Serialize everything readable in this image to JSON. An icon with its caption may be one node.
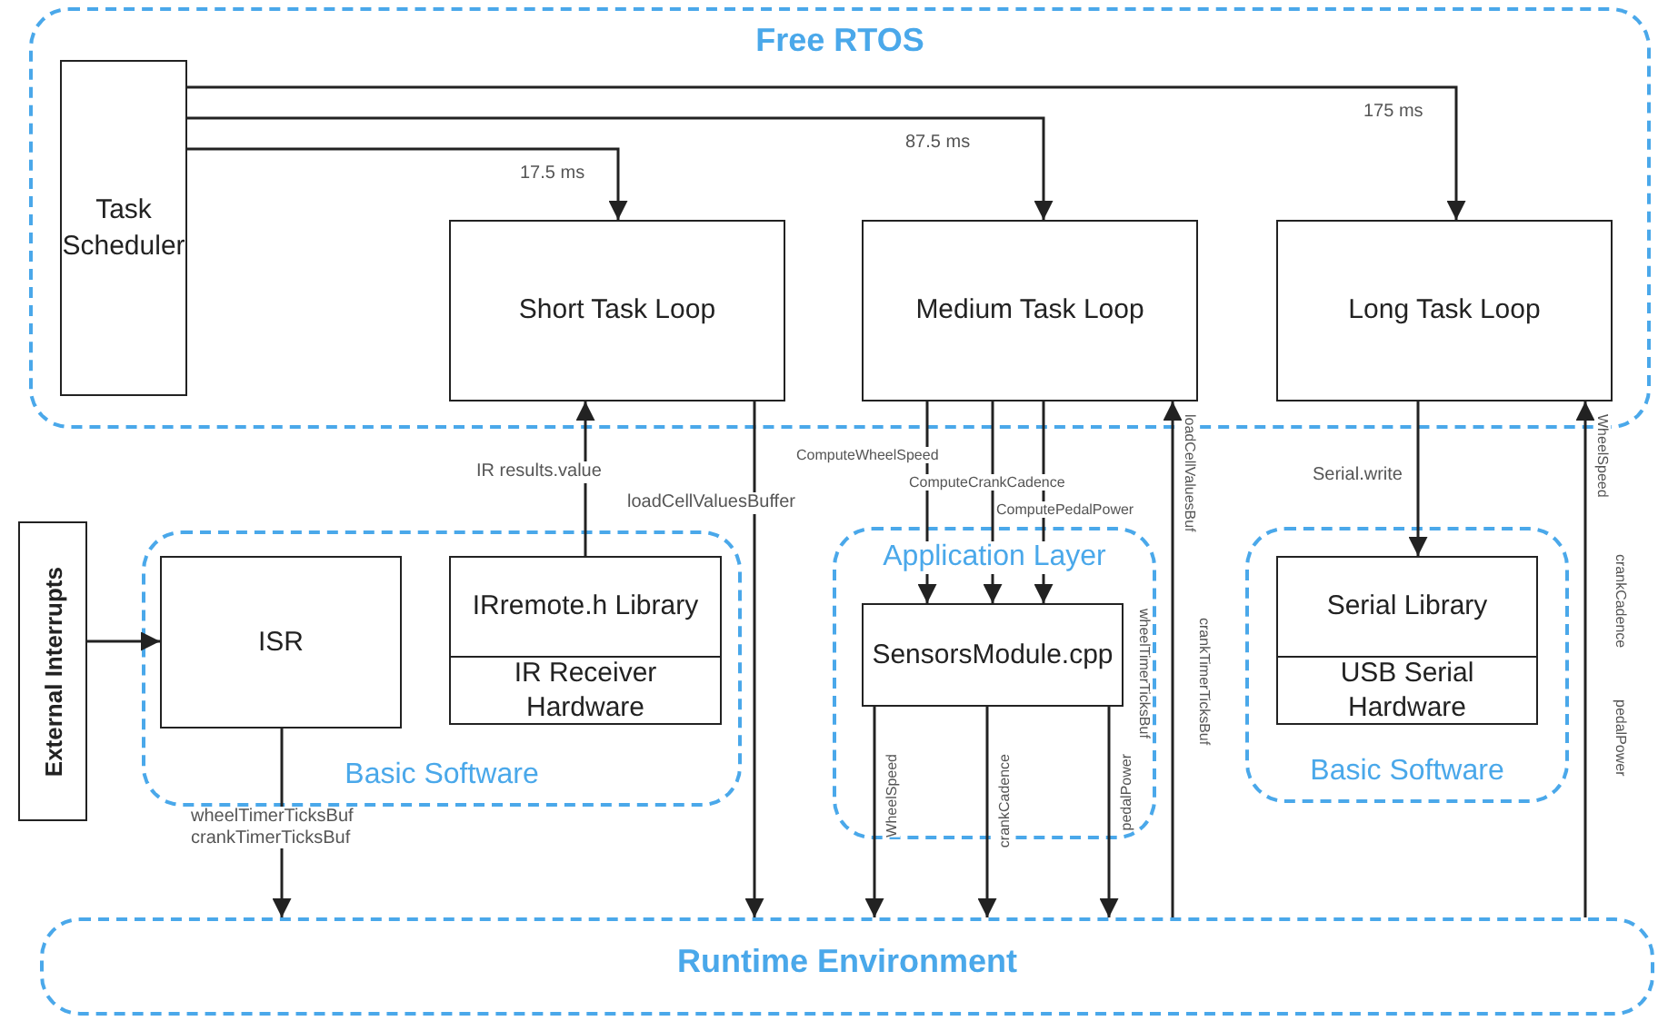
{
  "diagram": {
    "nodes": [
      {
        "text": [
          "Free RTOS"
        ]
      },
      {
        "text": [
          "Task Scheduler"
        ],
        "in": 0
      },
      {
        "text": [
          "Short Task Loop"
        ],
        "in": 0
      },
      {
        "text": [
          "Medium Task Loop"
        ],
        "in": 0
      },
      {
        "text": [
          "Long Task Loop"
        ],
        "in": 0
      },
      {
        "text": [
          "External Interrupts"
        ]
      },
      {
        "text": [
          "Basic Software"
        ]
      },
      {
        "text": [
          "ISR"
        ],
        "in": 6
      },
      {
        "text": [
          "IRremote.h Library",
          "IR Receiver Hardware"
        ],
        "in": 6
      },
      {
        "text": [
          "Application Layer"
        ]
      },
      {
        "text": [
          "SensorsModule.cpp"
        ],
        "in": 9
      },
      {
        "text": [
          "Basic Software"
        ]
      },
      {
        "text": [
          "Serial Library",
          "USB Serial Hardware"
        ],
        "in": 11
      },
      {
        "text": [
          "Runtime Environment"
        ]
      }
    ],
    "edges": [
      {
        "from": 1,
        "to": 2,
        "arrow": "to",
        "label": "17.5 ms"
      },
      {
        "from": 1,
        "to": 3,
        "arrow": "to",
        "label": "87.5 ms"
      },
      {
        "from": 1,
        "to": 4,
        "arrow": "to",
        "label": "175 ms"
      },
      {
        "from": 5,
        "to": 7,
        "arrow": "to"
      },
      {
        "from": 7,
        "to": 13,
        "arrow": "to",
        "label": "wheelTimerTicksBuf crankTimerTicksBuf"
      },
      {
        "from": 8,
        "to": 2,
        "arrow": "to",
        "label": "IR results.value"
      },
      {
        "from": 2,
        "to": 13,
        "arrow": "to",
        "label": "loadCellValuesBuffer"
      },
      {
        "from": 3,
        "to": 10,
        "arrow": "to",
        "label": "ComputeWheelSpeed"
      },
      {
        "from": 3,
        "to": 10,
        "arrow": "to",
        "label": "ComputeCrankCadence"
      },
      {
        "from": 3,
        "to": 10,
        "arrow": "to",
        "label": "ComputePedalPower"
      },
      {
        "from": 10,
        "to": 13,
        "arrow": "to",
        "label": "WheelSpeed"
      },
      {
        "from": 10,
        "to": 13,
        "arrow": "to",
        "label": "crankCadence"
      },
      {
        "from": 10,
        "to": 13,
        "arrow": "to",
        "label": "pedalPower"
      },
      {
        "from": 13,
        "to": 3,
        "arrow": "to",
        "label": "loadCellValuesBuf"
      },
      {
        "from": 4,
        "to": 12,
        "arrow": "to",
        "label": "Serial.write"
      },
      {
        "from": 13,
        "to": 4,
        "arrow": "to",
        "label": "WheelSpeed"
      }
    ],
    "labels": [
      "wheelTimerTicksBuf",
      "crankTimerTicksBuf",
      "crankCadence",
      "pedalPower"
    ]
  }
}
